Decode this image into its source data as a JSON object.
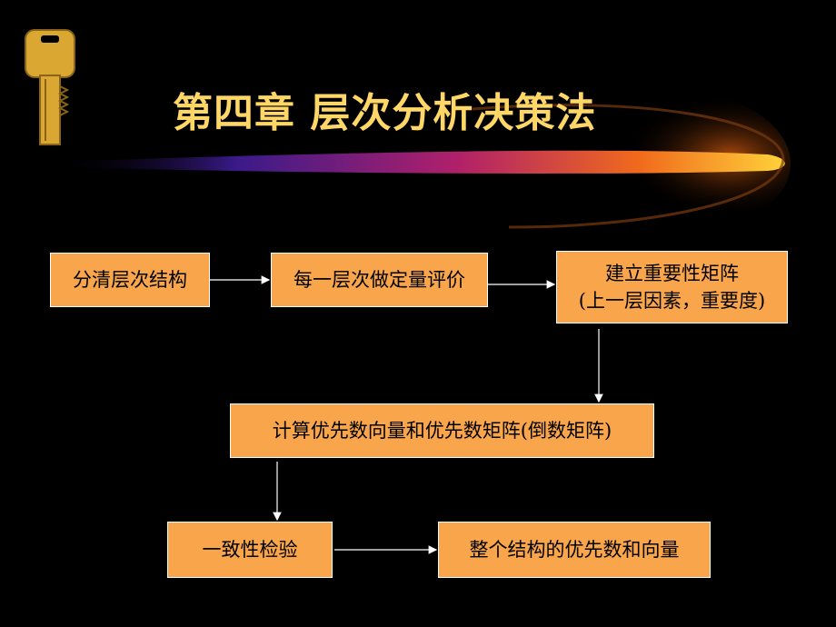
{
  "title": "第四章  层次分析决策法",
  "colors": {
    "background": "#000000",
    "title": "#ffd766",
    "box_fill": "#f8a54b",
    "arrow": "#ffffff",
    "key": "#d9a732"
  },
  "icons": [
    "key-icon"
  ],
  "flow": {
    "step1": "分清层次结构",
    "step2": "每一层次做定量评价",
    "step3_line1": "建立重要性矩阵",
    "step3_line2": "(上一层因素，重要度)",
    "step4": "计算优先数向量和优先数矩阵(倒数矩阵)",
    "step5": "一致性检验",
    "step6": "整个结构的优先数和向量"
  }
}
